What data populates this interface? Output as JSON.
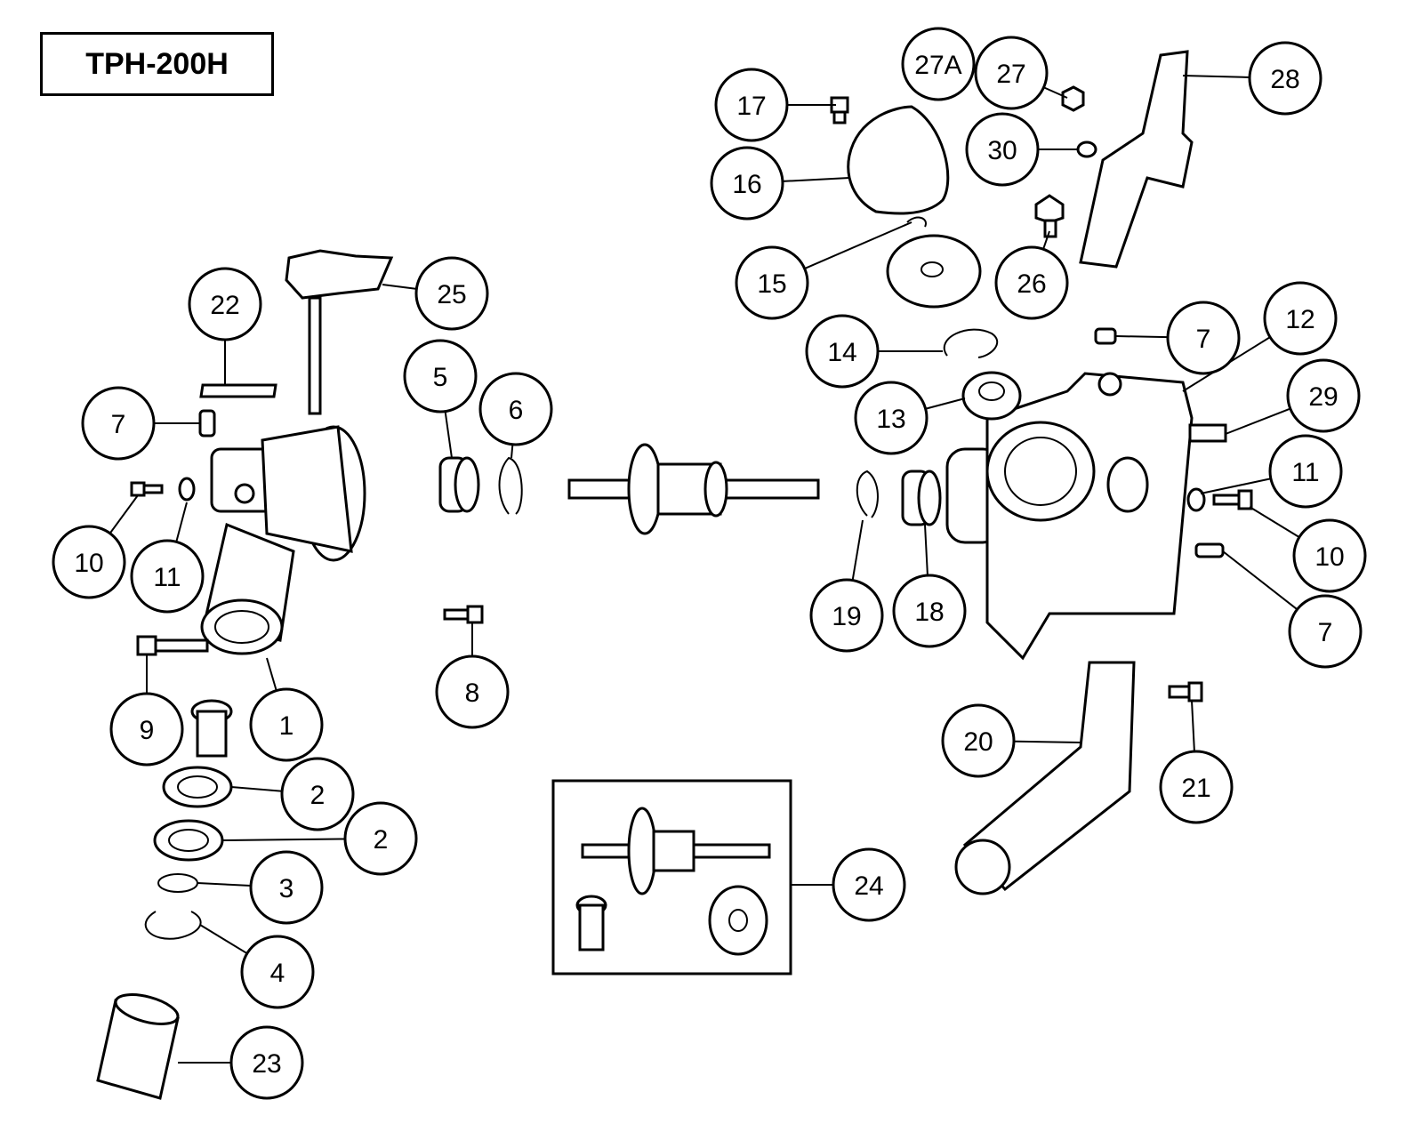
{
  "title": "TPH-200H",
  "callouts": [
    "27A",
    "27",
    "28",
    "17",
    "30",
    "16",
    "15",
    "26",
    "22",
    "25",
    "14",
    "7",
    "12",
    "5",
    "6",
    "7",
    "13",
    "29",
    "11",
    "10",
    "11",
    "10",
    "19",
    "18",
    "7",
    "8",
    "9",
    "1",
    "20",
    "21",
    "2",
    "2",
    "3",
    "24",
    "4",
    "23"
  ]
}
